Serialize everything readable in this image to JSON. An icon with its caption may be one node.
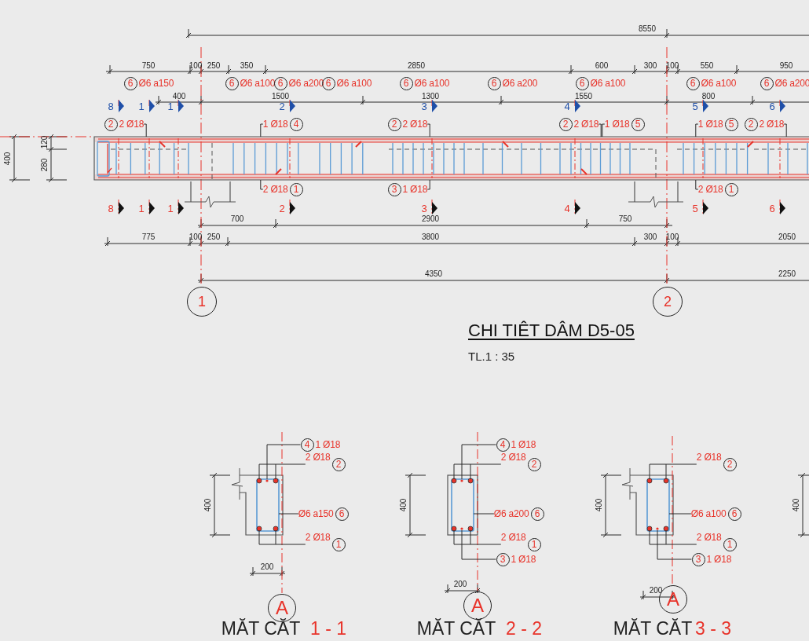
{
  "diagram": {
    "title": "CHI TIÊT DÂM D5-05",
    "nodes": [
      {
        "text": [
          "6"
        ],
        "beside": [
          "Ø6 a150"
        ]
      },
      {
        "text": [
          "6"
        ],
        "beside": [
          "Ø6 a100"
        ]
      },
      {
        "text": [
          "6"
        ],
        "beside": [
          "Ø6 a200"
        ]
      },
      {
        "text": [
          "6"
        ],
        "beside": [
          "Ø6 a100"
        ]
      },
      {
        "text": [
          "6"
        ],
        "beside": [
          "Ø6 a100"
        ]
      },
      {
        "text": [
          "6"
        ],
        "beside": [
          "Ø6 a200"
        ]
      },
      {
        "text": [
          "6"
        ],
        "beside": [
          "Ø6 a100"
        ]
      },
      {
        "text": [
          "6"
        ],
        "beside": [
          "Ø6 a100"
        ]
      },
      {
        "text": [
          "6"
        ],
        "beside": [
          "Ø6 a200"
        ]
      },
      {
        "text": [
          "2"
        ],
        "beside": [
          "2 Ø18"
        ]
      },
      {
        "text": [
          "4"
        ],
        "beside": [
          "1 Ø18"
        ]
      },
      {
        "text": [
          "2"
        ],
        "beside": [
          "2 Ø18"
        ]
      },
      {
        "text": [
          "2"
        ],
        "beside": [
          "2 Ø18"
        ]
      },
      {
        "text": [
          "5"
        ],
        "beside": [
          "1 Ø18"
        ]
      },
      {
        "text": [
          "5"
        ],
        "beside": [
          "1 Ø18"
        ]
      },
      {
        "text": [
          "2"
        ],
        "beside": [
          "2 Ø18"
        ]
      },
      {
        "text": [
          "1"
        ],
        "beside": [
          "2 Ø18"
        ]
      },
      {
        "text": [
          "3"
        ],
        "beside": [
          "1 Ø18"
        ]
      },
      {
        "text": [
          "1"
        ],
        "beside": [
          "2 Ø18"
        ]
      },
      {
        "text": [
          "1"
        ]
      },
      {
        "text": [
          "2"
        ]
      },
      {
        "text": [
          "4"
        ],
        "beside": [
          "1 Ø18"
        ]
      },
      {
        "text": [
          "2"
        ],
        "beside": [
          "2 Ø18"
        ]
      },
      {
        "text": [
          "6"
        ],
        "beside": [
          "Ø6 a150"
        ]
      },
      {
        "text": [
          "1"
        ],
        "beside": [
          "2 Ø18"
        ]
      },
      {
        "text": [
          "A"
        ]
      },
      {
        "text": [
          "4"
        ],
        "beside": [
          "1 Ø18"
        ]
      },
      {
        "text": [
          "2"
        ],
        "beside": [
          "2 Ø18"
        ]
      },
      {
        "text": [
          "6"
        ],
        "beside": [
          "Ø6 a200"
        ]
      },
      {
        "text": [
          "1"
        ],
        "beside": [
          "2 Ø18"
        ]
      },
      {
        "text": [
          "3"
        ],
        "beside": [
          "1 Ø18"
        ]
      },
      {
        "text": [
          "A"
        ]
      },
      {
        "text": [
          "2"
        ],
        "beside": [
          "2 Ø18"
        ]
      },
      {
        "text": [
          "6"
        ],
        "beside": [
          "Ø6 a100"
        ]
      },
      {
        "text": [
          "1"
        ],
        "beside": [
          "2 Ø18"
        ]
      },
      {
        "text": [
          "3"
        ],
        "beside": [
          "1 Ø18"
        ]
      },
      {
        "text": [
          "A"
        ]
      },
      {
        "text": [],
        "shape": "picture"
      }
    ],
    "edges": [
      {
        "from": 9,
        "to": 37,
        "arrow": "none"
      },
      {
        "from": 10,
        "to": 37,
        "arrow": "none"
      },
      {
        "from": 11,
        "to": 37,
        "arrow": "none"
      },
      {
        "from": 12,
        "to": 37,
        "arrow": "none"
      },
      {
        "from": 13,
        "to": 37,
        "arrow": "none"
      },
      {
        "from": 14,
        "to": 37,
        "arrow": "none"
      },
      {
        "from": 15,
        "to": 37,
        "arrow": "none"
      },
      {
        "from": 16,
        "to": 37,
        "arrow": "none"
      },
      {
        "from": 17,
        "to": 37,
        "arrow": "none"
      },
      {
        "from": 18,
        "to": 37,
        "arrow": "none"
      },
      {
        "from": 21,
        "to": null,
        "arrow": "none"
      },
      {
        "from": 22,
        "to": null,
        "arrow": "none"
      },
      {
        "from": 23,
        "to": null,
        "arrow": "none"
      },
      {
        "from": 24,
        "to": null,
        "arrow": "none"
      },
      {
        "from": 26,
        "to": null,
        "arrow": "none"
      },
      {
        "from": 27,
        "to": null,
        "arrow": "none"
      },
      {
        "from": 28,
        "to": null,
        "arrow": "none"
      },
      {
        "from": 29,
        "to": null,
        "arrow": "none"
      },
      {
        "from": 30,
        "to": null,
        "arrow": "none"
      },
      {
        "from": 32,
        "to": null,
        "arrow": "none"
      },
      {
        "from": 33,
        "to": null,
        "arrow": "none"
      },
      {
        "from": 34,
        "to": null,
        "arrow": "none"
      },
      {
        "from": 35,
        "to": null,
        "arrow": "none"
      }
    ],
    "labels": [
      "8550",
      "750",
      "100",
      "250",
      "350",
      "2850",
      "600",
      "300",
      "100",
      "550",
      "950",
      "400",
      "1500",
      "1300",
      "1550",
      "800",
      "8",
      "1",
      "1",
      "2",
      "3",
      "4",
      "5",
      "6",
      "120",
      "400",
      "280",
      "8",
      "1",
      "1",
      "2",
      "3",
      "4",
      "5",
      "6",
      "700",
      "2900",
      "750",
      "775",
      "100",
      "250",
      "3800",
      "300",
      "100",
      "2050",
      "4350",
      "2250",
      "TL.1 : 35",
      "400",
      "200",
      "MĂT CĂT",
      "1 - 1",
      "400",
      "200",
      "MĂT CĂT",
      "2 - 2",
      "400",
      "200",
      "MĂT CĂT",
      "3 - 3",
      "400"
    ]
  }
}
